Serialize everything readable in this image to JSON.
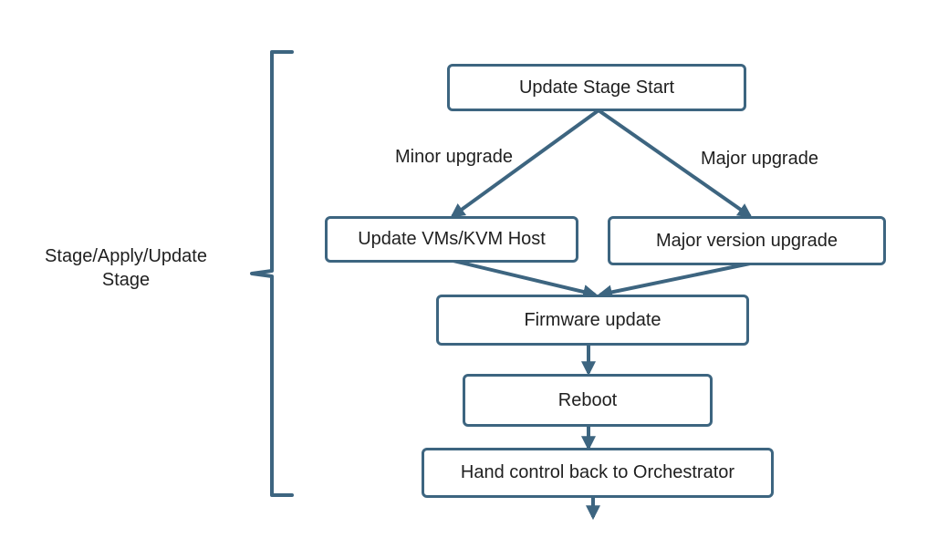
{
  "colors": {
    "stroke": "#3d6580",
    "text": "#1f1f1f",
    "background": "#ffffff"
  },
  "side_label": {
    "line1": "Stage/Apply/Update",
    "line2": "Stage"
  },
  "nodes": {
    "start": "Update Stage Start",
    "update_vms": "Update VMs/KVM Host",
    "major_version": "Major version upgrade",
    "firmware": "Firmware update",
    "reboot": "Reboot",
    "hand_control": "Hand control back to Orchestrator"
  },
  "edges": {
    "minor": "Minor upgrade",
    "major": "Major upgrade"
  }
}
